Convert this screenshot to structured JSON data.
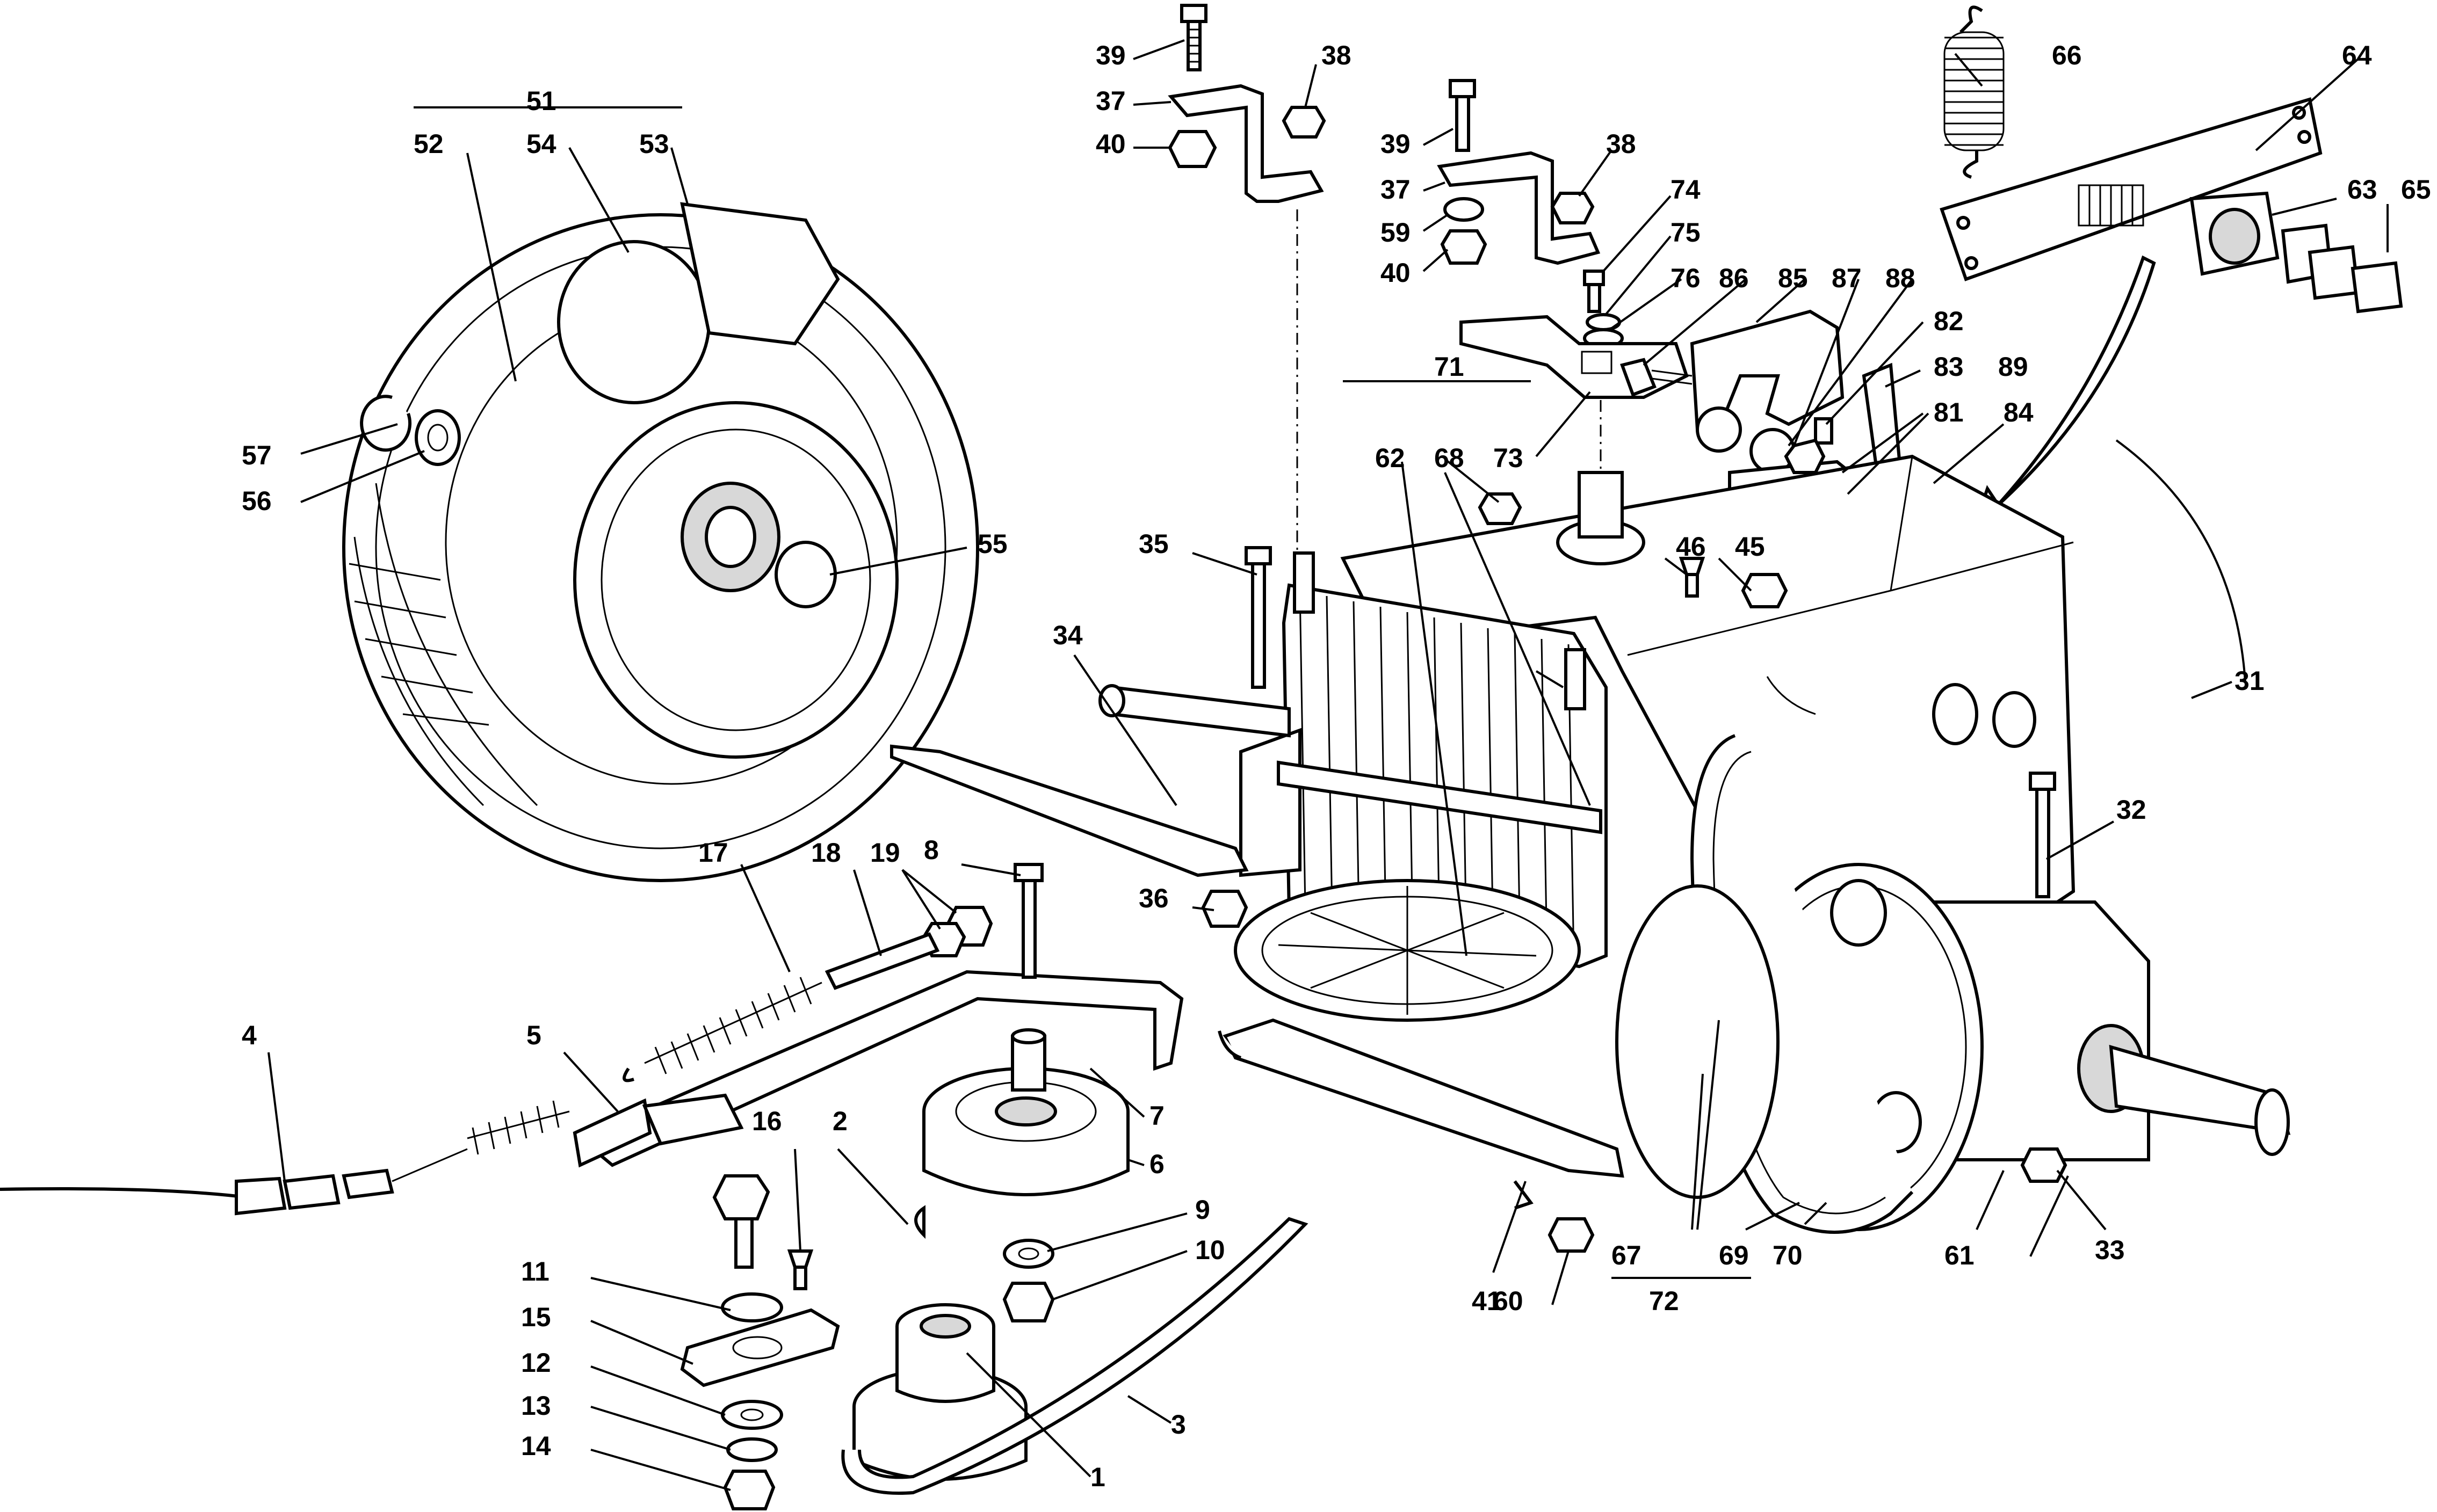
{
  "labels": [
    "1",
    "2",
    "3",
    "4",
    "5",
    "6",
    "7",
    "8",
    "9",
    "10",
    "11",
    "12",
    "13",
    "14",
    "15",
    "16",
    "17",
    "18",
    "19",
    "31",
    "32",
    "33",
    "34",
    "35",
    "36",
    "37",
    "38",
    "39",
    "40",
    "41",
    "45",
    "46",
    "51",
    "52",
    "53",
    "54",
    "55",
    "56",
    "57",
    "59",
    "60",
    "61",
    "62",
    "63",
    "64",
    "65",
    "66",
    "67",
    "68",
    "69",
    "70",
    "71",
    "72",
    "73",
    "74",
    "75",
    "76",
    "81",
    "82",
    "83",
    "84",
    "85",
    "86",
    "87",
    "88",
    "89"
  ],
  "colors": {
    "line": "#000000",
    "background": "#ffffff",
    "shade": "#d8d8d8"
  }
}
